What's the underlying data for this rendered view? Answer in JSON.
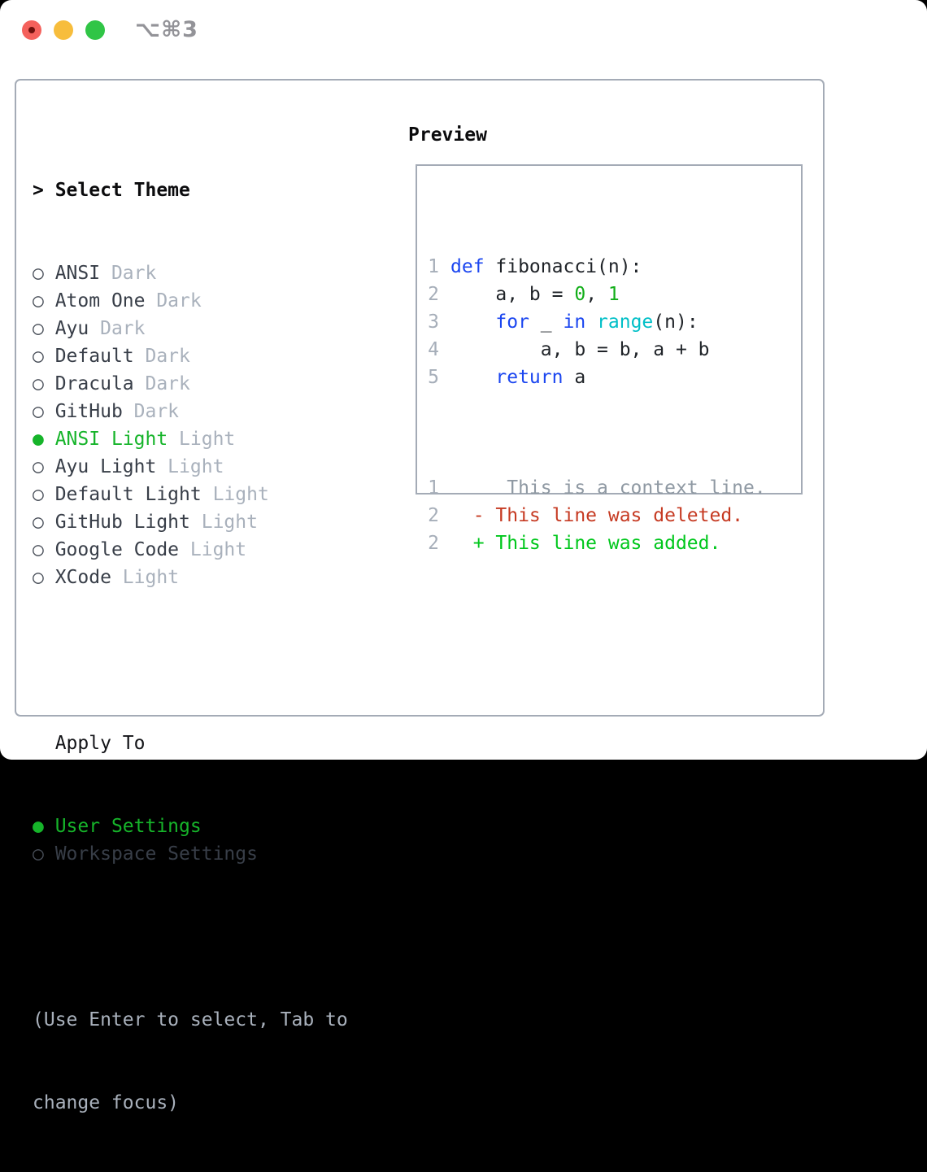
{
  "titlebar": {
    "shortcut": "⌥⌘3",
    "traffic_lights": [
      {
        "name": "close",
        "color": "#f4615c",
        "has_dot": true,
        "dot_color": "#6e100c"
      },
      {
        "name": "minimize",
        "color": "#f7bd3c",
        "has_dot": false
      },
      {
        "name": "zoom",
        "color": "#30c546",
        "has_dot": false
      }
    ]
  },
  "theme_panel": {
    "header": {
      "prompt": ">",
      "label": "Select Theme"
    },
    "themes": [
      {
        "name": "ANSI",
        "variant": "Dark",
        "selected": false
      },
      {
        "name": "Atom One",
        "variant": "Dark",
        "selected": false
      },
      {
        "name": "Ayu",
        "variant": "Dark",
        "selected": false
      },
      {
        "name": "Default",
        "variant": "Dark",
        "selected": false
      },
      {
        "name": "Dracula",
        "variant": "Dark",
        "selected": false
      },
      {
        "name": "GitHub",
        "variant": "Dark",
        "selected": false
      },
      {
        "name": "ANSI Light",
        "variant": "Light",
        "selected": true
      },
      {
        "name": "Ayu Light",
        "variant": "Light",
        "selected": false
      },
      {
        "name": "Default Light",
        "variant": "Light",
        "selected": false
      },
      {
        "name": "GitHub Light",
        "variant": "Light",
        "selected": false
      },
      {
        "name": "Google Code",
        "variant": "Light",
        "selected": false
      },
      {
        "name": "XCode",
        "variant": "Light",
        "selected": false
      }
    ],
    "apply_to": {
      "label": "Apply To",
      "options": [
        {
          "name": "User Settings",
          "selected": true
        },
        {
          "name": "Workspace Settings",
          "selected": false
        }
      ]
    },
    "hint": [
      "(Use Enter to select, Tab to",
      "change focus)"
    ]
  },
  "preview": {
    "title": "Preview",
    "code_lines": [
      {
        "num": "1",
        "segments": [
          {
            "t": "def",
            "c": "kw"
          },
          {
            "t": " fibonacci(n):",
            "c": "pl"
          }
        ]
      },
      {
        "num": "2",
        "segments": [
          {
            "t": "    a, b = ",
            "c": "pl"
          },
          {
            "t": "0",
            "c": "num"
          },
          {
            "t": ", ",
            "c": "pl"
          },
          {
            "t": "1",
            "c": "num"
          }
        ]
      },
      {
        "num": "3",
        "segments": [
          {
            "t": "    ",
            "c": "pl"
          },
          {
            "t": "for",
            "c": "kw"
          },
          {
            "t": " _ ",
            "c": "pl"
          },
          {
            "t": "in",
            "c": "kw"
          },
          {
            "t": " ",
            "c": "pl"
          },
          {
            "t": "range",
            "c": "bi"
          },
          {
            "t": "(n):",
            "c": "pl"
          }
        ]
      },
      {
        "num": "4",
        "segments": [
          {
            "t": "        a, b = b, a + b",
            "c": "pl"
          }
        ]
      },
      {
        "num": "5",
        "segments": [
          {
            "t": "    ",
            "c": "pl"
          },
          {
            "t": "return",
            "c": "kw"
          },
          {
            "t": " a",
            "c": "pl"
          }
        ]
      }
    ],
    "diff_lines": [
      {
        "num": "1",
        "segments": [
          {
            "t": "     This is a context line.",
            "c": "ctx"
          }
        ]
      },
      {
        "num": "2",
        "segments": [
          {
            "t": "  - This line was deleted.",
            "c": "del"
          }
        ]
      },
      {
        "num": "2",
        "segments": [
          {
            "t": "  + This line was added.",
            "c": "add"
          }
        ]
      }
    ]
  },
  "colors": {
    "selection_green": "#16b42a",
    "added_green": "#00c71c",
    "deleted_red": "#c63a22",
    "keyword_blue": "#1b46f0",
    "builtin_cyan": "#00bfc7",
    "number_green": "#12ae19",
    "muted_gray": "#a9b1bc",
    "context_gray": "#8f99a3",
    "text_dark": "#383e48",
    "border_gray": "#a4abb6",
    "shortcut_gray": "#939398"
  },
  "glyphs": {
    "radio_off": "○",
    "radio_on": "●"
  }
}
